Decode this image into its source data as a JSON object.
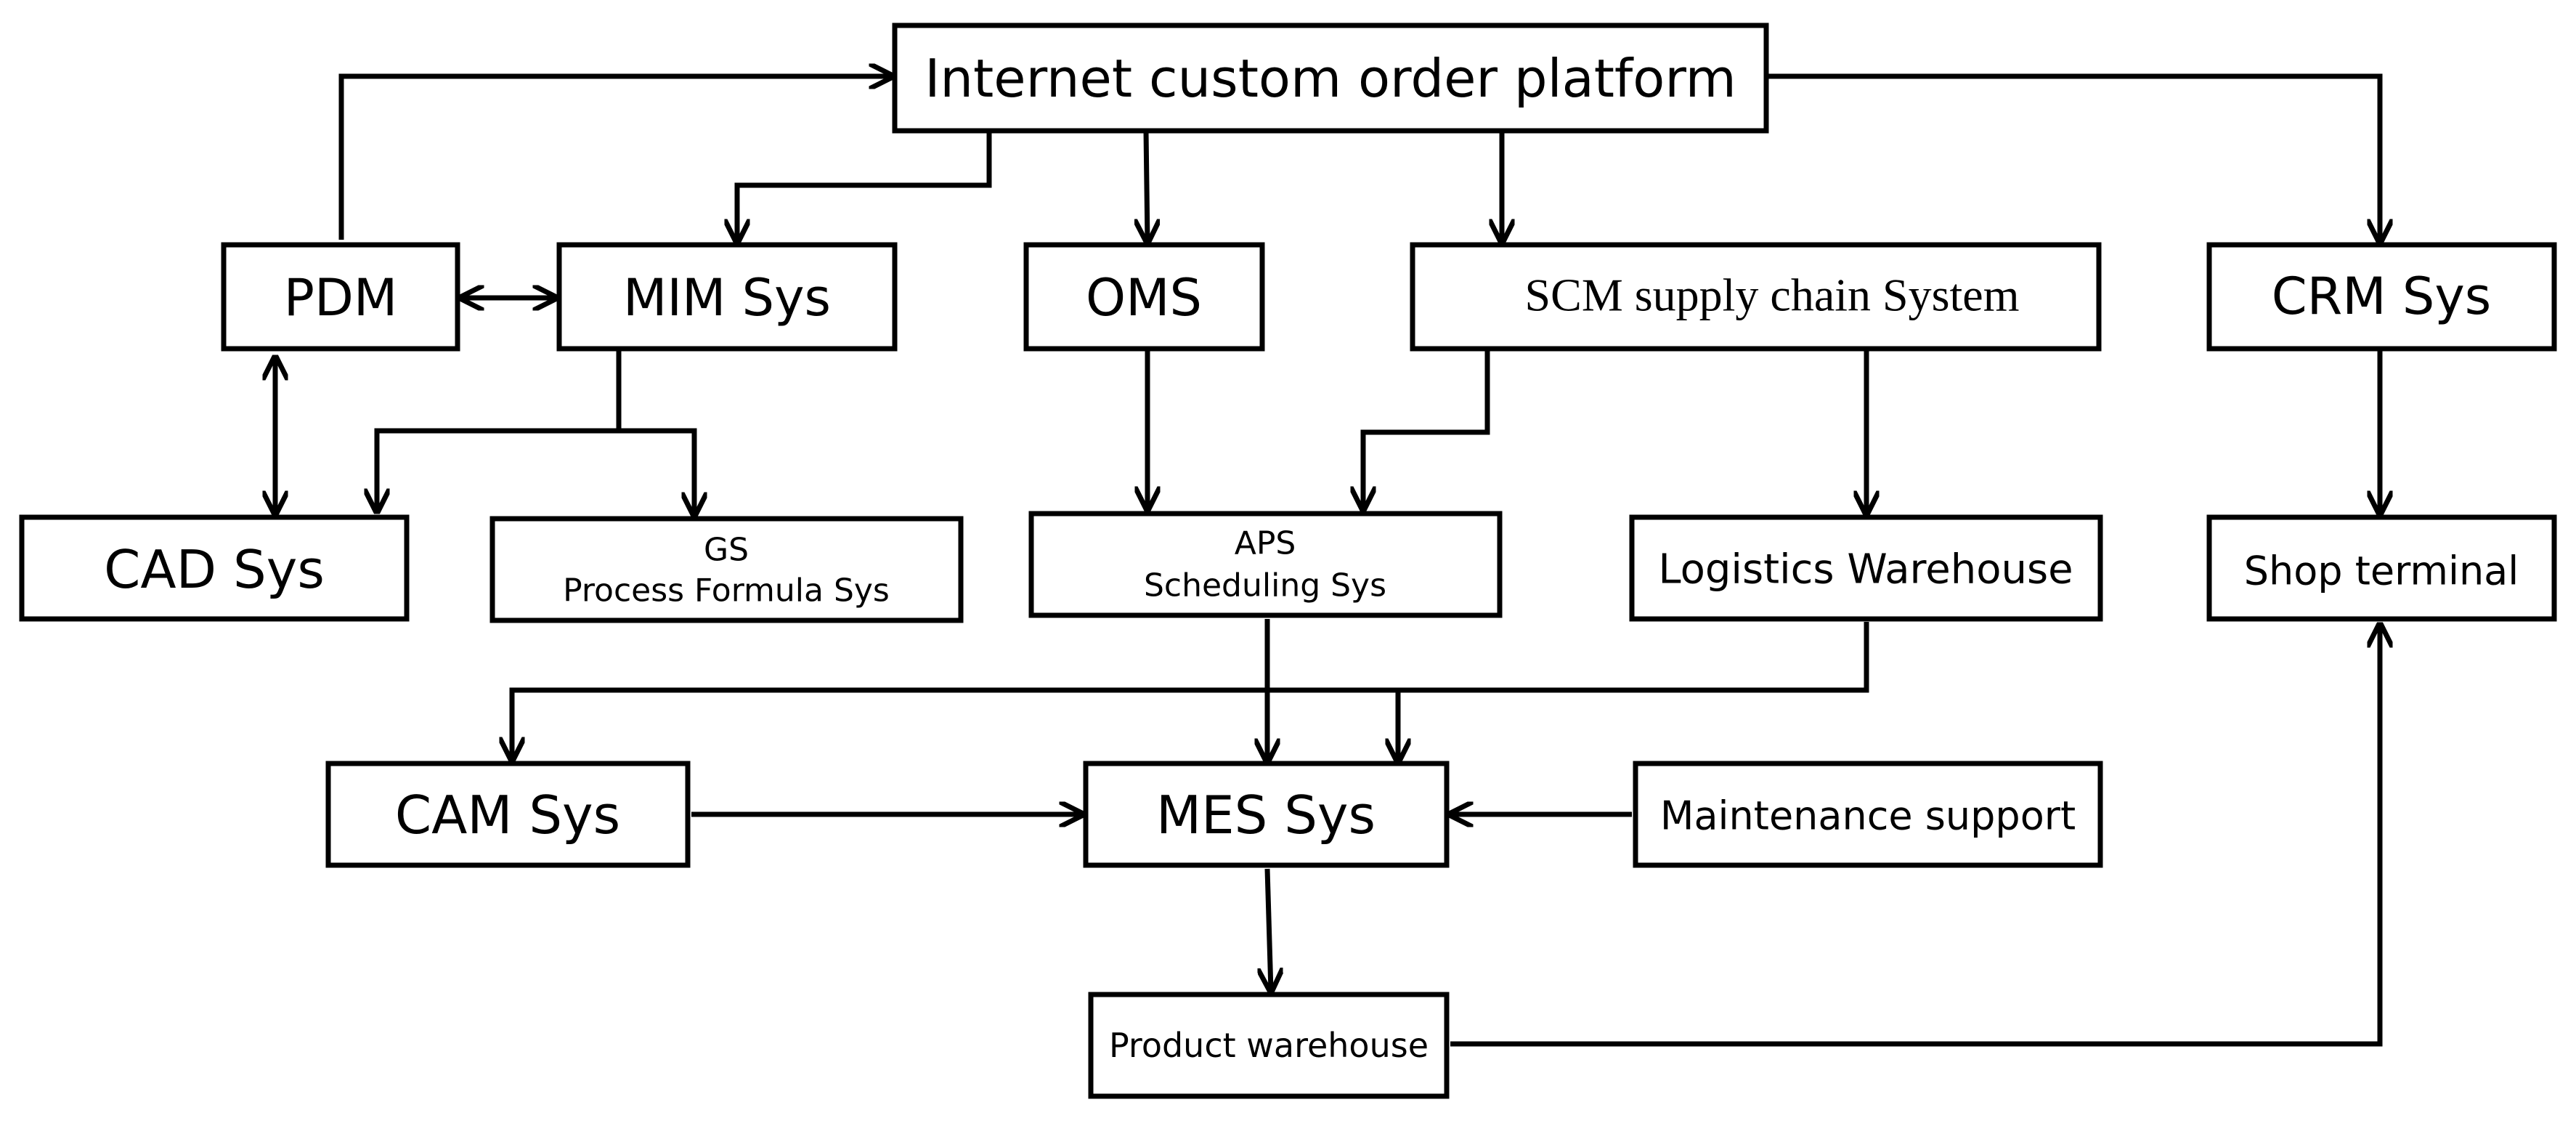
{
  "nodes": {
    "internet": "Internet custom order platform",
    "pdm": "PDM",
    "mim": "MIM Sys",
    "oms": "OMS",
    "scm": "SCM supply chain System",
    "crm": "CRM Sys",
    "cad": "CAD Sys",
    "gs_line1": "GS",
    "gs_line2": "Process Formula Sys",
    "aps_line1": "APS",
    "aps_line2": "Scheduling Sys",
    "logistics": "Logistics Warehouse",
    "shop": "Shop terminal",
    "cam": "CAM Sys",
    "mes": "MES Sys",
    "maintenance": "Maintenance support",
    "product": "Product warehouse"
  }
}
